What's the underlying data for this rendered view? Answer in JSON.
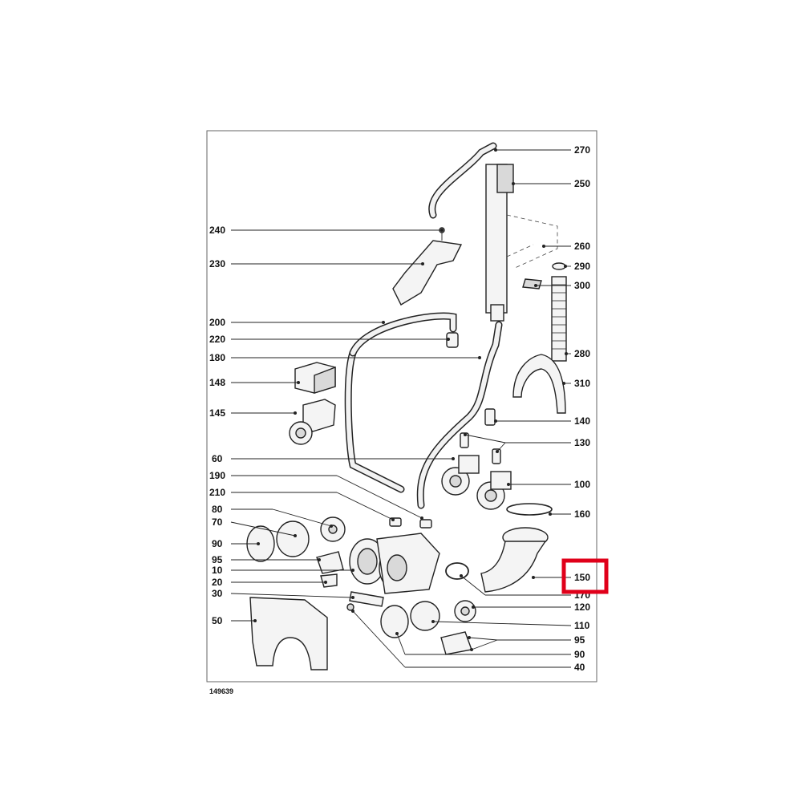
{
  "diagram": {
    "document_number": "149639",
    "highlight_color": "#e0001a",
    "highlighted_callout": "150",
    "callouts": {
      "c270": "270",
      "c250": "250",
      "c240": "240",
      "c260": "260",
      "c230": "230",
      "c290": "290",
      "c300": "300",
      "c200": "200",
      "c220": "220",
      "c180": "180",
      "c280": "280",
      "c148": "148",
      "c310": "310",
      "c145": "145",
      "c140": "140",
      "c130": "130",
      "c60": "60",
      "c100": "100",
      "c190": "190",
      "c210": "210",
      "c160": "160",
      "c80": "80",
      "c70": "70",
      "c90a": "90",
      "c95a": "95",
      "c10": "10",
      "c150": "150",
      "c20": "20",
      "c170": "170",
      "c30": "30",
      "c120": "120",
      "c50": "50",
      "c110": "110",
      "c95b": "95",
      "c90b": "90",
      "c40": "40"
    }
  }
}
